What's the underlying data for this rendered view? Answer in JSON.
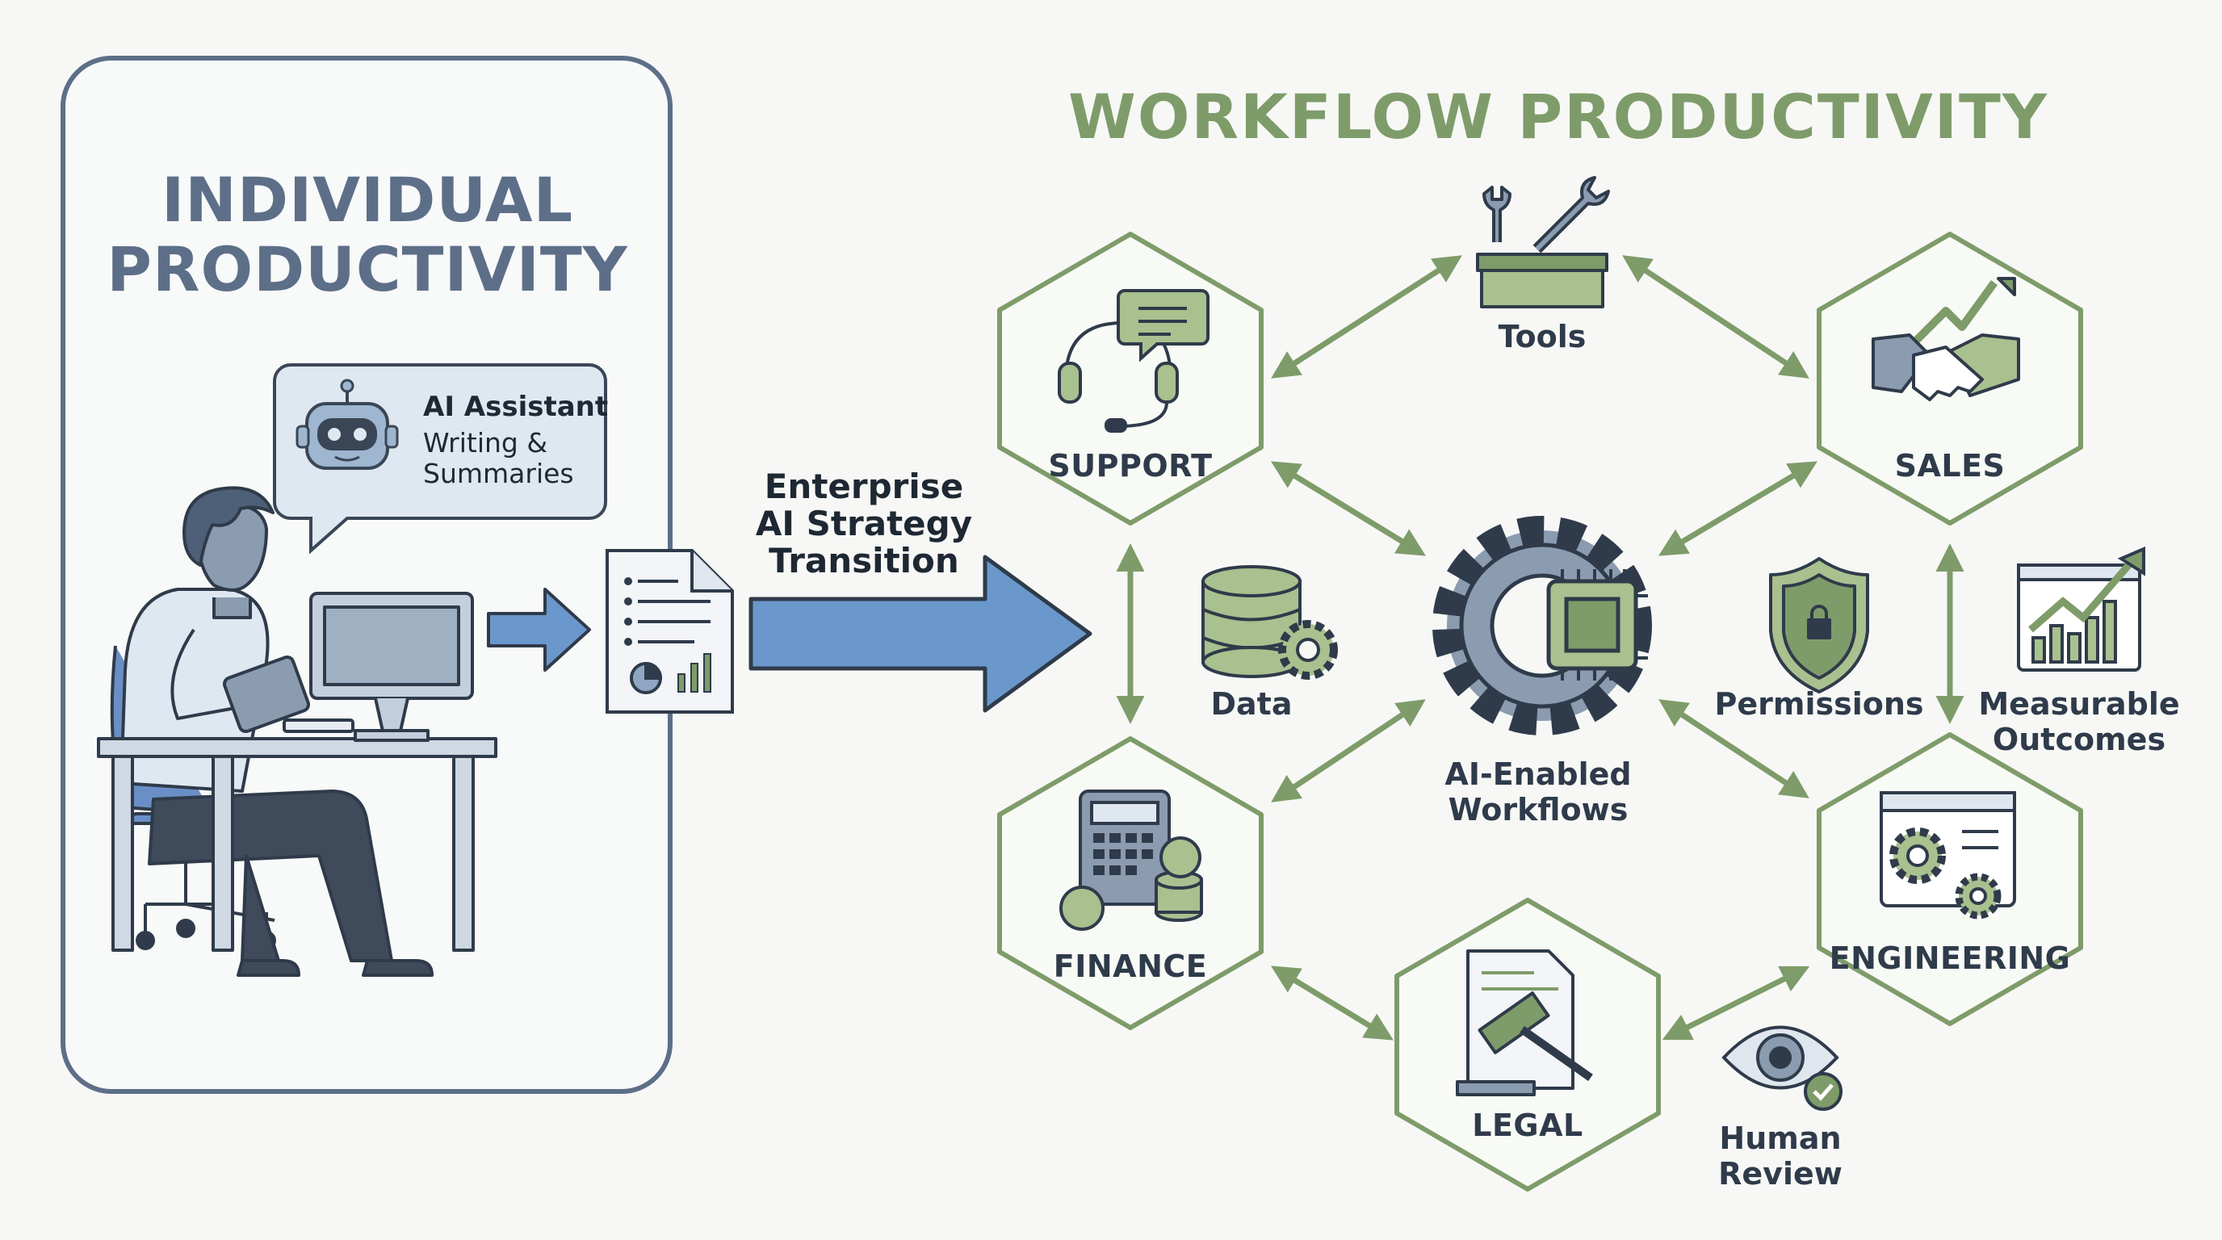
{
  "left_panel": {
    "title_line1": "INDIVIDUAL",
    "title_line2": "PRODUCTIVITY",
    "bubble_title": "AI Assistant",
    "bubble_subtitle": "Writing & Summaries"
  },
  "transition": {
    "line1": "Enterprise",
    "line2": "AI Strategy",
    "line3": "Transition"
  },
  "right_panel": {
    "title": "WORKFLOW PRODUCTIVITY",
    "departments": {
      "support": "SUPPORT",
      "sales": "SALES",
      "finance": "FINANCE",
      "engineering": "ENGINEERING",
      "legal": "LEGAL"
    },
    "hub_line1": "AI-Enabled",
    "hub_line2": "Workflows",
    "tools": "Tools",
    "data": "Data",
    "permissions": "Permissions",
    "outcomes_line1": "Measurable",
    "outcomes_line2": "Outcomes",
    "review_line1": "Human",
    "review_line2": "Review"
  },
  "colors": {
    "slate": "#5d6f88",
    "green": "#7e9c69",
    "green_fill": "#a9c08f",
    "blue_arrow": "#6a98cc",
    "dark": "#2f3b4a"
  }
}
